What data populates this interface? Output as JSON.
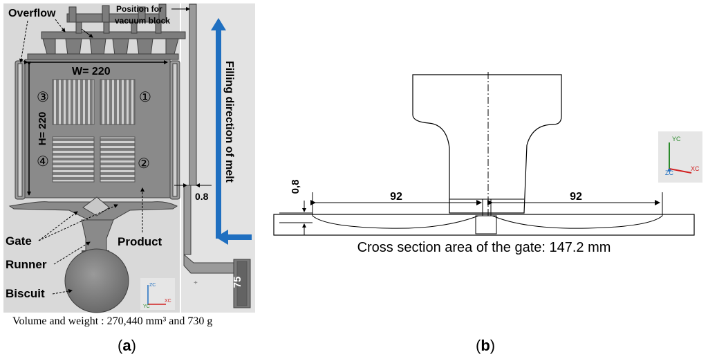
{
  "panel_a": {
    "overflow_label": "Overflow",
    "vacuum_label_line1": "Position for",
    "vacuum_label_line2": "vacuum block",
    "width_label": "W= 220",
    "height_label": "H= 220",
    "cavity_1": "①",
    "cavity_2": "②",
    "cavity_3": "③",
    "cavity_4": "④",
    "filling_label": "Filling direction of melt",
    "side_thickness": "0.8",
    "biscuit_height": "75",
    "gate_label": "Gate",
    "runner_label": "Runner",
    "biscuit_label": "Biscuit",
    "product_label": "Product",
    "axis_zc": "ZC",
    "axis_yc": "YC",
    "axis_xc": "XC",
    "caption": "Volume and weight : 270,440 mm³ and 730 g",
    "tag_open": "(",
    "tag_letter": "a",
    "tag_close": ")",
    "arrow_color": "#1f6fc0"
  },
  "panel_b": {
    "dim_left": "92",
    "dim_right": "92",
    "dim_thickness": "0,8",
    "axis_yc": "YC",
    "axis_zc": "ZC",
    "axis_xc": "XC",
    "caption": "Cross section area of the gate: 147.2 mm",
    "tag_open": "(",
    "tag_letter": "b",
    "tag_close": ")"
  }
}
